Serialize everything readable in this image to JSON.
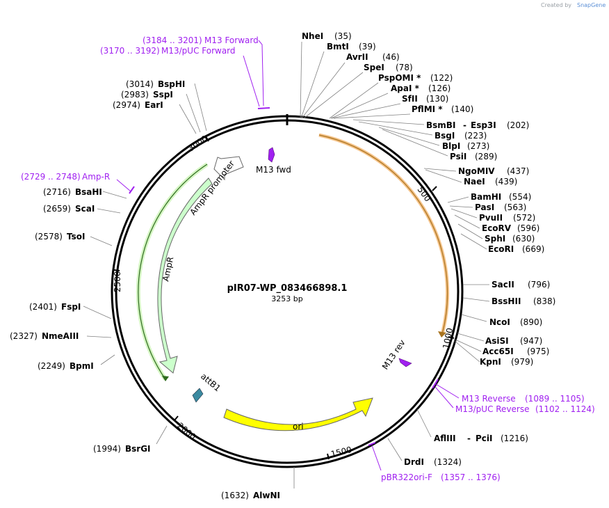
{
  "credit": {
    "created_by": "Created by",
    "brand": "SnapGene"
  },
  "plasmid": {
    "name": "pIR07-WP_083466898.1",
    "length_label": "3253 bp"
  },
  "ticks": [
    "500",
    "1000",
    "1500",
    "2000",
    "2500",
    "3000"
  ],
  "features": {
    "ampr": "AmpR",
    "ampr_promoter": "AmpR promoter",
    "ori": "ori",
    "attb1": "attB1",
    "m13_fwd": "M13 fwd",
    "m13_rev": "M13 rev"
  },
  "enzymes": [
    {
      "name": "NheI",
      "pos": "(35)"
    },
    {
      "name": "BmtI",
      "pos": "(39)"
    },
    {
      "name": "AvrII",
      "pos": "(46)"
    },
    {
      "name": "SpeI",
      "pos": "(78)"
    },
    {
      "name": "PspOMI *",
      "pos": "(122)"
    },
    {
      "name": "ApaI *",
      "pos": "(126)"
    },
    {
      "name": "SfII",
      "pos": "(130)"
    },
    {
      "name": "PflMI *",
      "pos": "(140)"
    },
    {
      "name": "BsmBI",
      "pos": "(202)"
    },
    {
      "name": "BsgI",
      "pos": "(223)"
    },
    {
      "name": "BlpI",
      "pos": "(273)"
    },
    {
      "name": "PsiI",
      "pos": "(289)"
    },
    {
      "name": "NgoMIV",
      "pos": "(437)"
    },
    {
      "name": "NaeI",
      "pos": "(439)"
    },
    {
      "name": "BamHI",
      "pos": "(554)"
    },
    {
      "name": "PasI",
      "pos": "(563)"
    },
    {
      "name": "PvuII",
      "pos": "(572)"
    },
    {
      "name": "EcoRV",
      "pos": "(596)"
    },
    {
      "name": "SphI",
      "pos": "(630)"
    },
    {
      "name": "EcoRI",
      "pos": "(669)"
    },
    {
      "name": "SacII",
      "pos": "(796)"
    },
    {
      "name": "BssHII",
      "pos": "(838)"
    },
    {
      "name": "NcoI",
      "pos": "(890)"
    },
    {
      "name": "AsiSI",
      "pos": "(947)"
    },
    {
      "name": "Acc65I",
      "pos": "(975)"
    },
    {
      "name": "KpnI",
      "pos": "(979)"
    },
    {
      "name": "AflIII",
      "pos": "(1216)"
    },
    {
      "name": "DrdI",
      "pos": "(1324)"
    },
    {
      "name": "AlwNI",
      "pos": "(1632)"
    },
    {
      "name": "BsrGI",
      "pos": "(1994)"
    },
    {
      "name": "BpmI",
      "pos": "(2249)"
    },
    {
      "name": "NmeAIII",
      "pos": "(2327)"
    },
    {
      "name": "FspI",
      "pos": "(2401)"
    },
    {
      "name": "TsoI",
      "pos": "(2578)"
    },
    {
      "name": "ScaI",
      "pos": "(2659)"
    },
    {
      "name": "BsaHI",
      "pos": "(2716)"
    },
    {
      "name": "EarI",
      "pos": "(2974)"
    },
    {
      "name": "SspI",
      "pos": "(2983)"
    },
    {
      "name": "BspHI",
      "pos": "(3014)"
    }
  ],
  "enzyme_pairs": {
    "esp3i": {
      "name": "Esp3I",
      "dash": "-"
    },
    "pcii": {
      "name": "PciI",
      "dash": "-"
    }
  },
  "primers": [
    {
      "name": "M13 Forward",
      "range": "(3184 .. 3201)"
    },
    {
      "name": "M13/pUC Forward",
      "range": "(3170 .. 3192)"
    },
    {
      "name": "Amp-R",
      "range": "(2729 .. 2748)"
    },
    {
      "name": "M13 Reverse",
      "range": "(1089 .. 1105)"
    },
    {
      "name": "M13/pUC Reverse",
      "range": "(1102 .. 1124)"
    },
    {
      "name": "pBR322ori-F",
      "range": "(1357 .. 1376)"
    }
  ],
  "colors": {
    "ampr": "#ccffcc",
    "ampr_promoter": "#ffffff",
    "ori": "#ffff00",
    "attb1": "#3b8aa0",
    "m13_primer_site": "#a020f0",
    "orf_arc": "#f5c38a",
    "primer_text": "#a020f0"
  }
}
